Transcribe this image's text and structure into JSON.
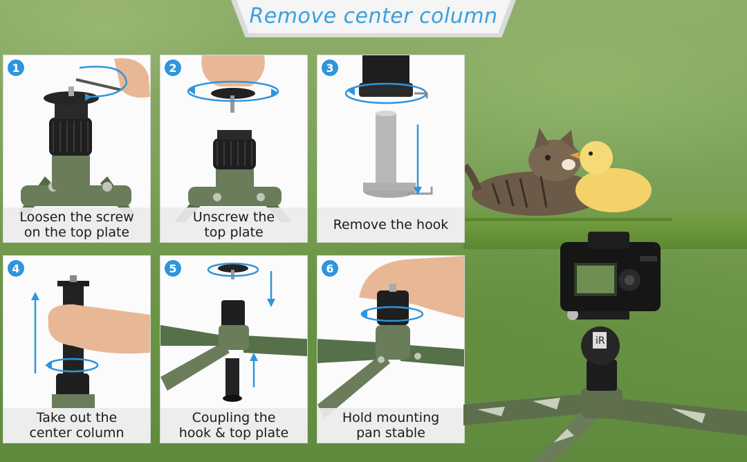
{
  "title": "Remove center column",
  "steps": [
    {
      "number": "1",
      "caption_line1": "Loosen the screw",
      "caption_line2": "on the top plate"
    },
    {
      "number": "2",
      "caption_line1": "Unscrew the",
      "caption_line2": "top plate"
    },
    {
      "number": "3",
      "caption_line1": "Remove the hook",
      "caption_line2": ""
    },
    {
      "number": "4",
      "caption_line1": "Take out the",
      "caption_line2": "center column"
    },
    {
      "number": "5",
      "caption_line1": "Coupling the",
      "caption_line2": "hook & top plate"
    },
    {
      "number": "6",
      "caption_line1": "Hold mounting",
      "caption_line2": "pan stable"
    }
  ],
  "colors": {
    "accent": "#2f95dd",
    "title": "#3aa0e0",
    "arrow": "#2f95dd",
    "tripod_green": "#5d6e4c"
  }
}
